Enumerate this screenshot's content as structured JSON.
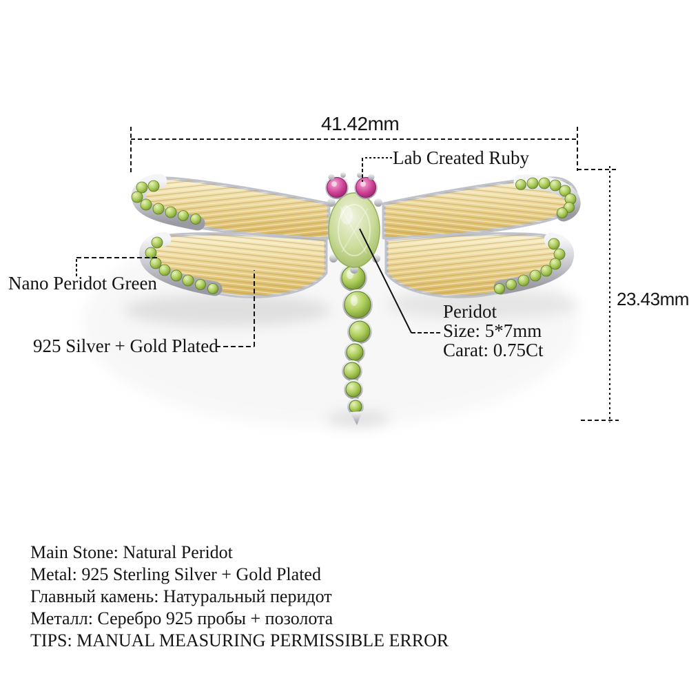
{
  "annotations": {
    "width": "41.42mm",
    "height": "23.43mm",
    "ruby": "Lab Created Ruby",
    "nano_peridot": "Nano Peridot Green",
    "silver": "925 Silver + Gold Plated",
    "peridot_name": "Peridot",
    "peridot_size": "Size: 5*7mm",
    "peridot_carat": "Carat: 0.75Ct"
  },
  "specs": [
    "Main Stone: Natural Peridot",
    "Metal: 925 Sterling Silver + Gold Plated",
    "Главный камень: Натуральный перидот",
    "Металл: Серебро 925 пробы + позолота",
    "TIPS: MANUAL MEASURING PERMISSIBLE ERROR"
  ],
  "colors": {
    "wing_gold": "#e7d191",
    "gold_light": "#f8f0cd",
    "gold_deep": "#d9b75f",
    "silver": "#c9c9cf",
    "silver_light": "#f5f5f7",
    "peridot_green": "#aacb58",
    "peridot_light": "#e9f2bb",
    "body_stone": "#ccdc9b",
    "ruby_pink": "#d04497",
    "annotation_line": "#111111",
    "text": "#141414",
    "background": "#ffffff"
  }
}
